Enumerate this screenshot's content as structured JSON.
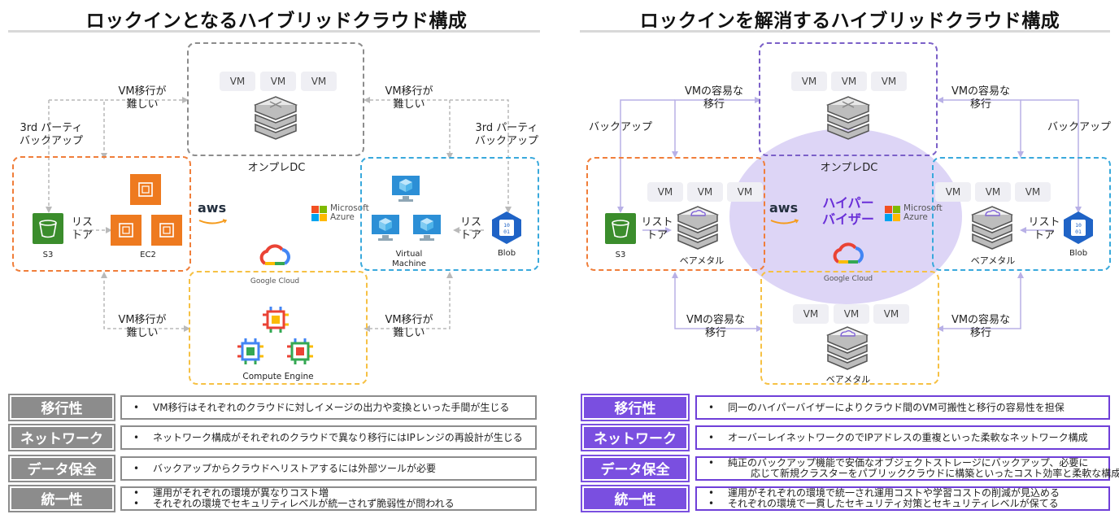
{
  "left": {
    "title": "ロックインとなるハイブリッドクラウド構成",
    "onprem_label": "オンプレDC",
    "vm": "VM",
    "migrate_hard": [
      "VM移行が",
      "難しい"
    ],
    "third_party": [
      "3rd パーティ",
      "バックアップ"
    ],
    "restore": [
      "リス",
      "トア"
    ],
    "s3": "S3",
    "ec2": "EC2",
    "aws": "aws",
    "azure": [
      "Microsoft",
      "Azure"
    ],
    "vm_machine": [
      "Virtual",
      "Machine"
    ],
    "blob": "Blob",
    "google_cloud": "Google Cloud",
    "compute_engine": "Compute Engine",
    "rows": [
      {
        "label": "移行性",
        "items": [
          "VM移行はそれぞれのクラウドに対しイメージの出力や変換といった手間が生じる"
        ]
      },
      {
        "label": "ネットワーク",
        "items": [
          "ネットワーク構成がそれぞれのクラウドで異なり移行にはIPレンジの再設計が生じる"
        ]
      },
      {
        "label": "データ保全",
        "items": [
          "バックアップからクラウドへリストアするには外部ツールが必要"
        ]
      },
      {
        "label": "統一性",
        "items": [
          "運用がそれぞれの環境が異なりコスト増",
          "それぞれの環境でセキュリティレベルが統一されず脆弱性が問われる"
        ]
      }
    ]
  },
  "right": {
    "title": "ロックインを解消するハイブリッドクラウド構成",
    "onprem_label": "オンプレDC",
    "vm": "VM",
    "migrate_easy": [
      "VMの容易な",
      "移行"
    ],
    "backup": "バックアップ",
    "restore": [
      "リスト",
      "トア"
    ],
    "s3": "S3",
    "baremetal": "ベアメタル",
    "hypervisor": [
      "ハイパー",
      "バイザー"
    ],
    "aws": "aws",
    "azure": [
      "Microsoft",
      "Azure"
    ],
    "blob": "Blob",
    "google_cloud": "Google Cloud",
    "rows": [
      {
        "label": "移行性",
        "items": [
          "同一のハイパーバイザーによりクラウド間のVM可搬性と移行の容易性を担保"
        ]
      },
      {
        "label": "ネットワーク",
        "items": [
          "オーバーレイネットワークのでIPアドレスの重複といった柔軟なネットワーク構成"
        ]
      },
      {
        "label": "データ保全",
        "items": [
          "純正のバックアップ機能で安価なオブジェクトストレージにバックアップ、必要に",
          "応じて新規クラスターをパブリッククラウドに構築といったコスト効率と柔軟な構成"
        ]
      },
      {
        "label": "統一性",
        "items": [
          "運用がそれぞれの環境で統一され運用コストや学習コストの削減が見込める",
          "それぞれの環境で一貫したセキュリティ対策とセキュリティレベルが保てる"
        ]
      }
    ]
  }
}
